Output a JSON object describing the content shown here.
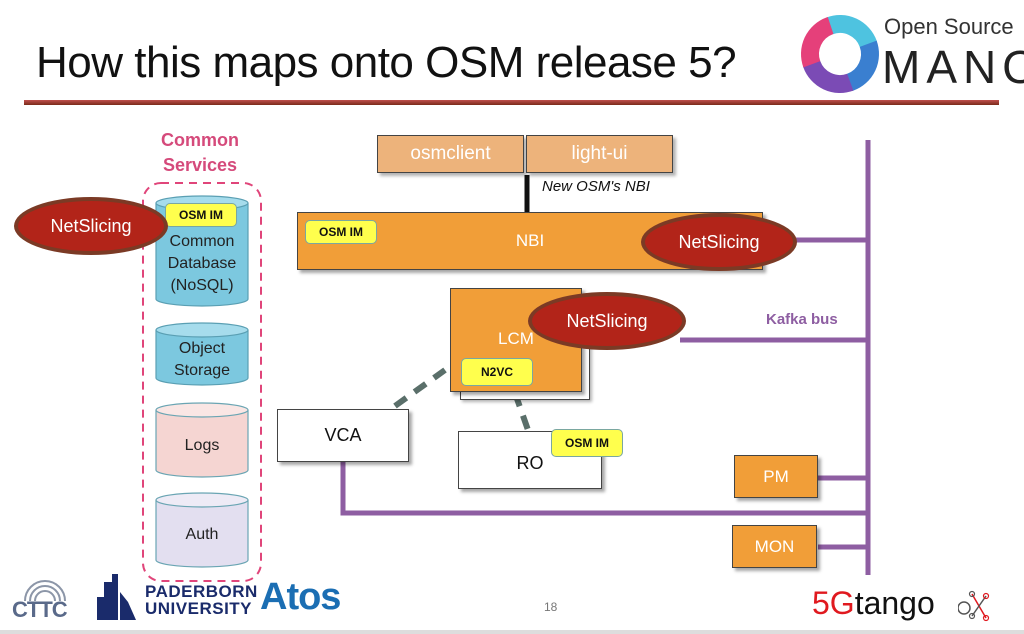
{
  "slide": {
    "title": "How this maps onto OSM release 5?",
    "page_number": "18"
  },
  "logo": {
    "line1": "Open Source",
    "line2": "MANO"
  },
  "common_services": {
    "title_line1": "Common",
    "title_line2": "Services",
    "databases": [
      {
        "lines": [
          "Common",
          "Database",
          "(NoSQL)"
        ],
        "tag": "OSM IM",
        "color": "#7cc8df"
      },
      {
        "lines": [
          "Object",
          "Storage"
        ],
        "color": "#7cc8df"
      },
      {
        "lines": [
          "Logs"
        ],
        "color": "#f5d5d2"
      },
      {
        "lines": [
          "Auth"
        ],
        "color": "#e3dff0"
      }
    ]
  },
  "components": {
    "osmclient": "osmclient",
    "light_ui": "light-ui",
    "nbi_label": "New OSM's NBI",
    "nbi": "NBI",
    "nbi_tag": "OSM IM",
    "lcm": "LCM",
    "lcm_tag": "N2VC",
    "vca": "VCA",
    "ro": "RO",
    "ro_tag": "OSM IM",
    "pm": "PM",
    "mon": "MON",
    "kafka": "Kafka bus"
  },
  "netslicing": {
    "label": "NetSlicing"
  },
  "colors": {
    "orange": "#f19e38",
    "kafka_purple": "#8e5ea2",
    "netslicing_red": "#b22419",
    "common_services_pink": "#d54a7b"
  },
  "footer": {
    "logos": [
      "CTTC",
      "PADERBORN UNIVERSITY",
      "Atos",
      "5Gtango"
    ],
    "paderborn_line1": "PADERBORN",
    "paderborn_line2": "UNIVERSITY",
    "cttc": "CTTC",
    "atos": "Atos",
    "tango_5g": "5G",
    "tango_rest": "tango"
  }
}
